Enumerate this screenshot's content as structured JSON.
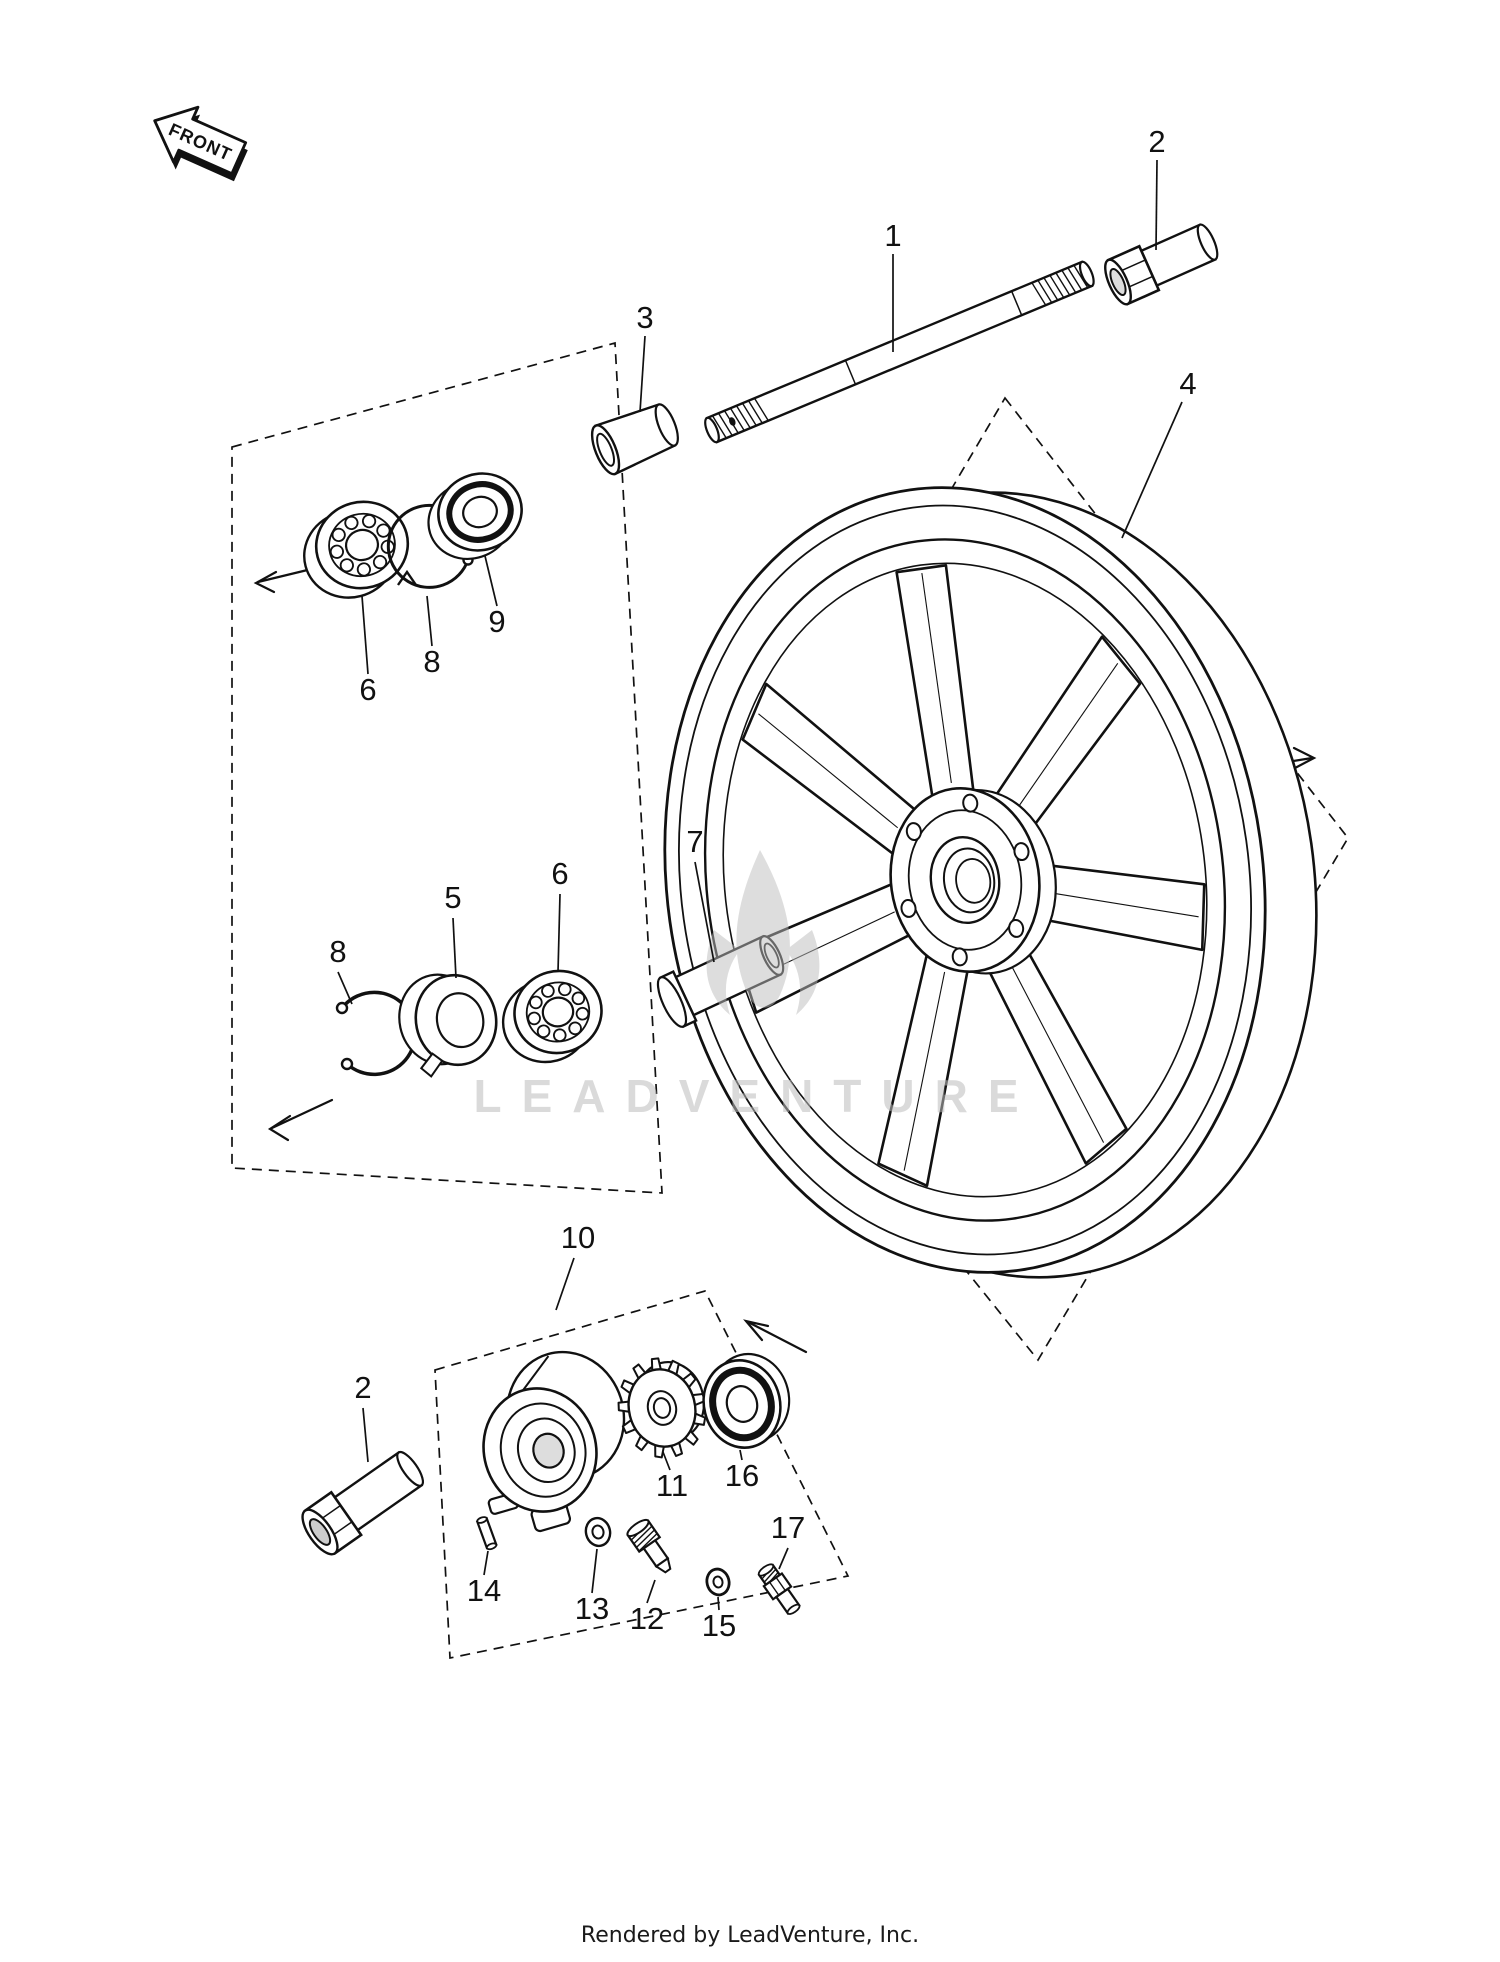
{
  "page": {
    "front_badge": "FRONT",
    "watermark": "LEADVENTURE",
    "footer": "Rendered by LeadVenture, Inc."
  },
  "colors": {
    "ink": "#111111",
    "watermark": "#bdbdbd",
    "background": "#ffffff"
  },
  "callouts": {
    "c1": {
      "label": "1"
    },
    "c2_top": {
      "label": "2"
    },
    "c3": {
      "label": "3"
    },
    "c4": {
      "label": "4"
    },
    "c5": {
      "label": "5"
    },
    "c6_upper": {
      "label": "6"
    },
    "c6_lower": {
      "label": "6"
    },
    "c7": {
      "label": "7"
    },
    "c8_upper": {
      "label": "8"
    },
    "c8_lower": {
      "label": "8"
    },
    "c9": {
      "label": "9"
    },
    "c10": {
      "label": "10"
    },
    "c11": {
      "label": "11"
    },
    "c12": {
      "label": "12"
    },
    "c13": {
      "label": "13"
    },
    "c14": {
      "label": "14"
    },
    "c15": {
      "label": "15"
    },
    "c16": {
      "label": "16"
    },
    "c17": {
      "label": "17"
    },
    "c2_bottom": {
      "label": "2"
    }
  }
}
